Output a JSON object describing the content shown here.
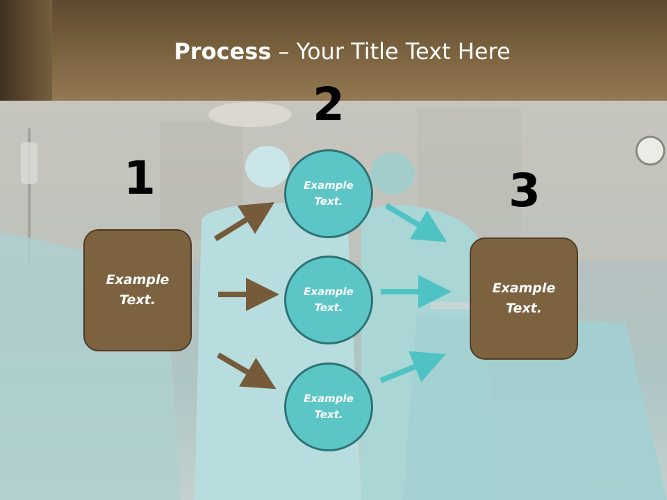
{
  "title": {
    "bold": "Process",
    "rest": " – Your Title Text Here"
  },
  "steps": [
    {
      "number": "1",
      "box": {
        "line1": "Example",
        "line2": "Text."
      }
    },
    {
      "number": "2",
      "circles": [
        {
          "line1": "Example",
          "line2": "Text."
        },
        {
          "line1": "Example",
          "line2": "Text."
        },
        {
          "line1": "Example",
          "line2": "Text."
        }
      ]
    },
    {
      "number": "3",
      "box": {
        "line1": "Example",
        "line2": "Text."
      }
    }
  ],
  "colors": {
    "header": "#7d6440",
    "box_fill": "#7d6240",
    "circle_fill": "#5cc6c6",
    "circle_border": "#2d7274",
    "brown_arrow": "#765b3b",
    "teal_arrow": "#4fc2c4"
  },
  "background_photo": "operating-room-surgeons"
}
